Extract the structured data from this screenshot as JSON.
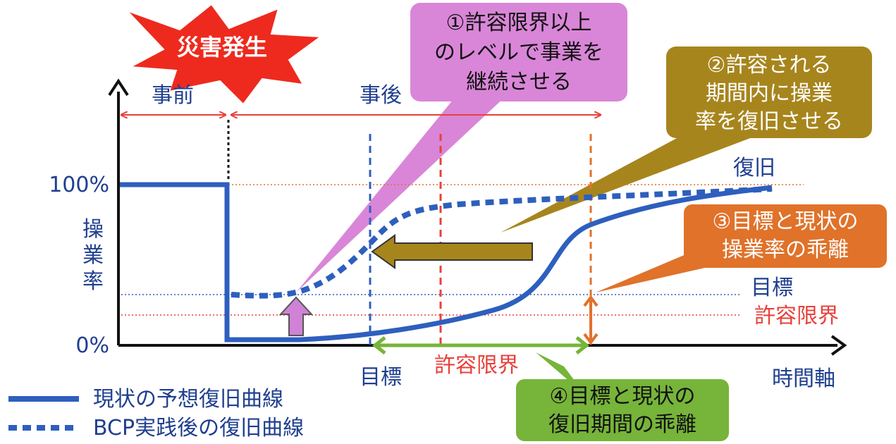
{
  "disaster": {
    "label": "災害発生"
  },
  "phases": {
    "before": "事前",
    "after": "事後"
  },
  "axis": {
    "y_100": "100%",
    "y_0": "0%",
    "y_title": [
      "操",
      "業",
      "率"
    ],
    "x_title": "時間軸"
  },
  "levels": {
    "recovery": "復旧",
    "target": "目標",
    "tolerance": "許容限界"
  },
  "time_labels": {
    "target": "目標",
    "tolerance": "許容限界"
  },
  "callouts": {
    "c1": {
      "lines": [
        "①許容限界以上",
        "のレベルで事業を",
        "継続させる"
      ]
    },
    "c2": {
      "lines": [
        "②許容される",
        "期間内に操業",
        "率を復旧させる"
      ]
    },
    "c3": {
      "lines": [
        "③目標と現状の",
        "操業率の乖離"
      ]
    },
    "c4": {
      "lines": [
        "④目標と現状の",
        "復旧期間の乖離"
      ]
    }
  },
  "legend": {
    "current": "現状の予想復旧曲線",
    "bcp": "BCP実践後の復旧曲線"
  },
  "colors": {
    "blue": "#2e5fbe",
    "red": "#e8403a",
    "orange": "#e0722a",
    "green": "#77b43a",
    "brown": "#a7851d",
    "purple": "#cf82d6",
    "pink": "#d986d8",
    "star": "#ee2a1e"
  }
}
